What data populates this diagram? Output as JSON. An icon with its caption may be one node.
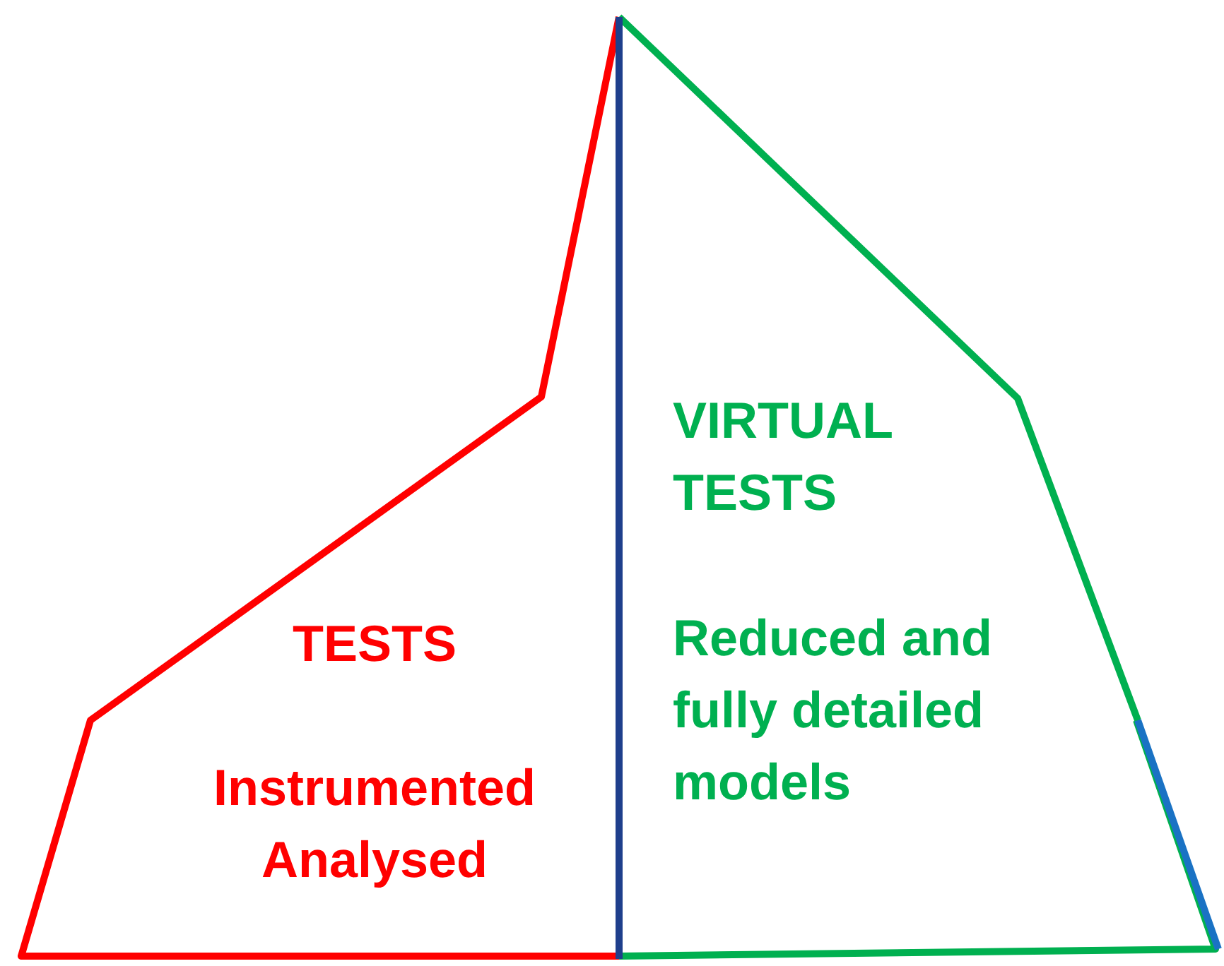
{
  "diagram": {
    "nodes": [
      {
        "text": [
          "TESTS",
          "Instrumented Analysed"
        ]
      },
      {
        "text": [
          "VIRTUAL TESTS",
          "Reduced and fully detailed models"
        ]
      }
    ]
  }
}
